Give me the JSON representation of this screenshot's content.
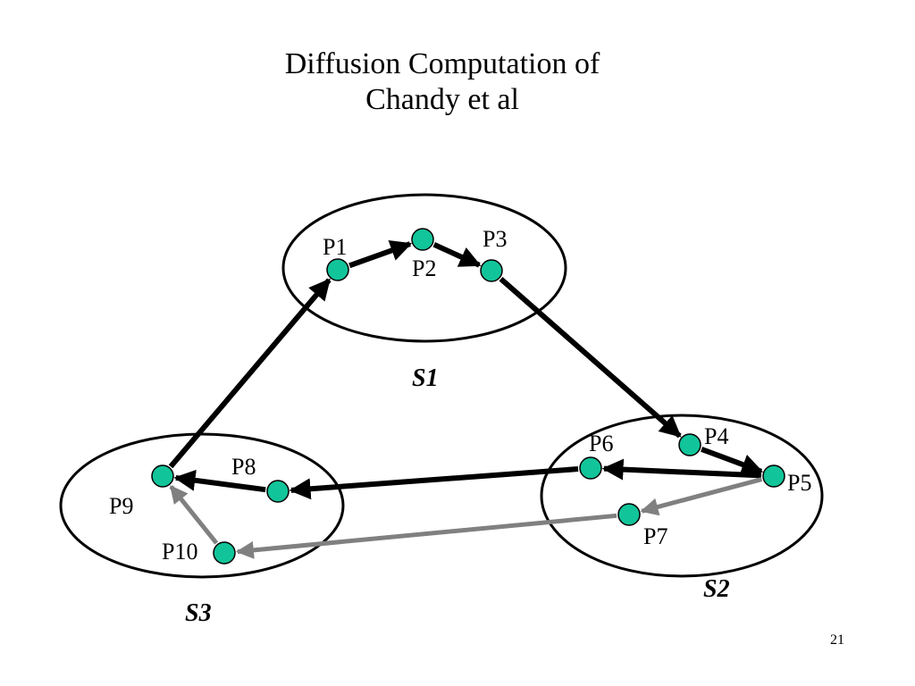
{
  "title": {
    "line1": "Diffusion Computation of",
    "line2": "Chandy et al"
  },
  "sets": {
    "s1": "S1",
    "s2": "S2",
    "s3": "S3"
  },
  "processes": {
    "p1": "P1",
    "p2": "P2",
    "p3": "P3",
    "p4": "P4",
    "p5": "P5",
    "p6": "P6",
    "p7": "P7",
    "p8": "P8",
    "p9": "P9",
    "p10": "P10"
  },
  "edges": [
    {
      "from": "P9",
      "to": "P1",
      "color": "#000000"
    },
    {
      "from": "P1",
      "to": "P2",
      "color": "#000000"
    },
    {
      "from": "P2",
      "to": "P3",
      "color": "#000000"
    },
    {
      "from": "P3",
      "to": "P4",
      "color": "#000000"
    },
    {
      "from": "P4",
      "to": "P5",
      "color": "#000000"
    },
    {
      "from": "P5",
      "to": "P6",
      "color": "#000000"
    },
    {
      "from": "P6",
      "to": "P8",
      "color": "#000000"
    },
    {
      "from": "P8",
      "to": "P9",
      "color": "#000000"
    },
    {
      "from": "P5",
      "to": "P7",
      "color": "#808080"
    },
    {
      "from": "P7",
      "to": "P10",
      "color": "#808080"
    },
    {
      "from": "P10",
      "to": "P9",
      "color": "#808080"
    }
  ],
  "colors": {
    "node_fill": "#12c49a",
    "request_edge": "#000000",
    "reply_edge": "#808080"
  },
  "page_number": "21"
}
